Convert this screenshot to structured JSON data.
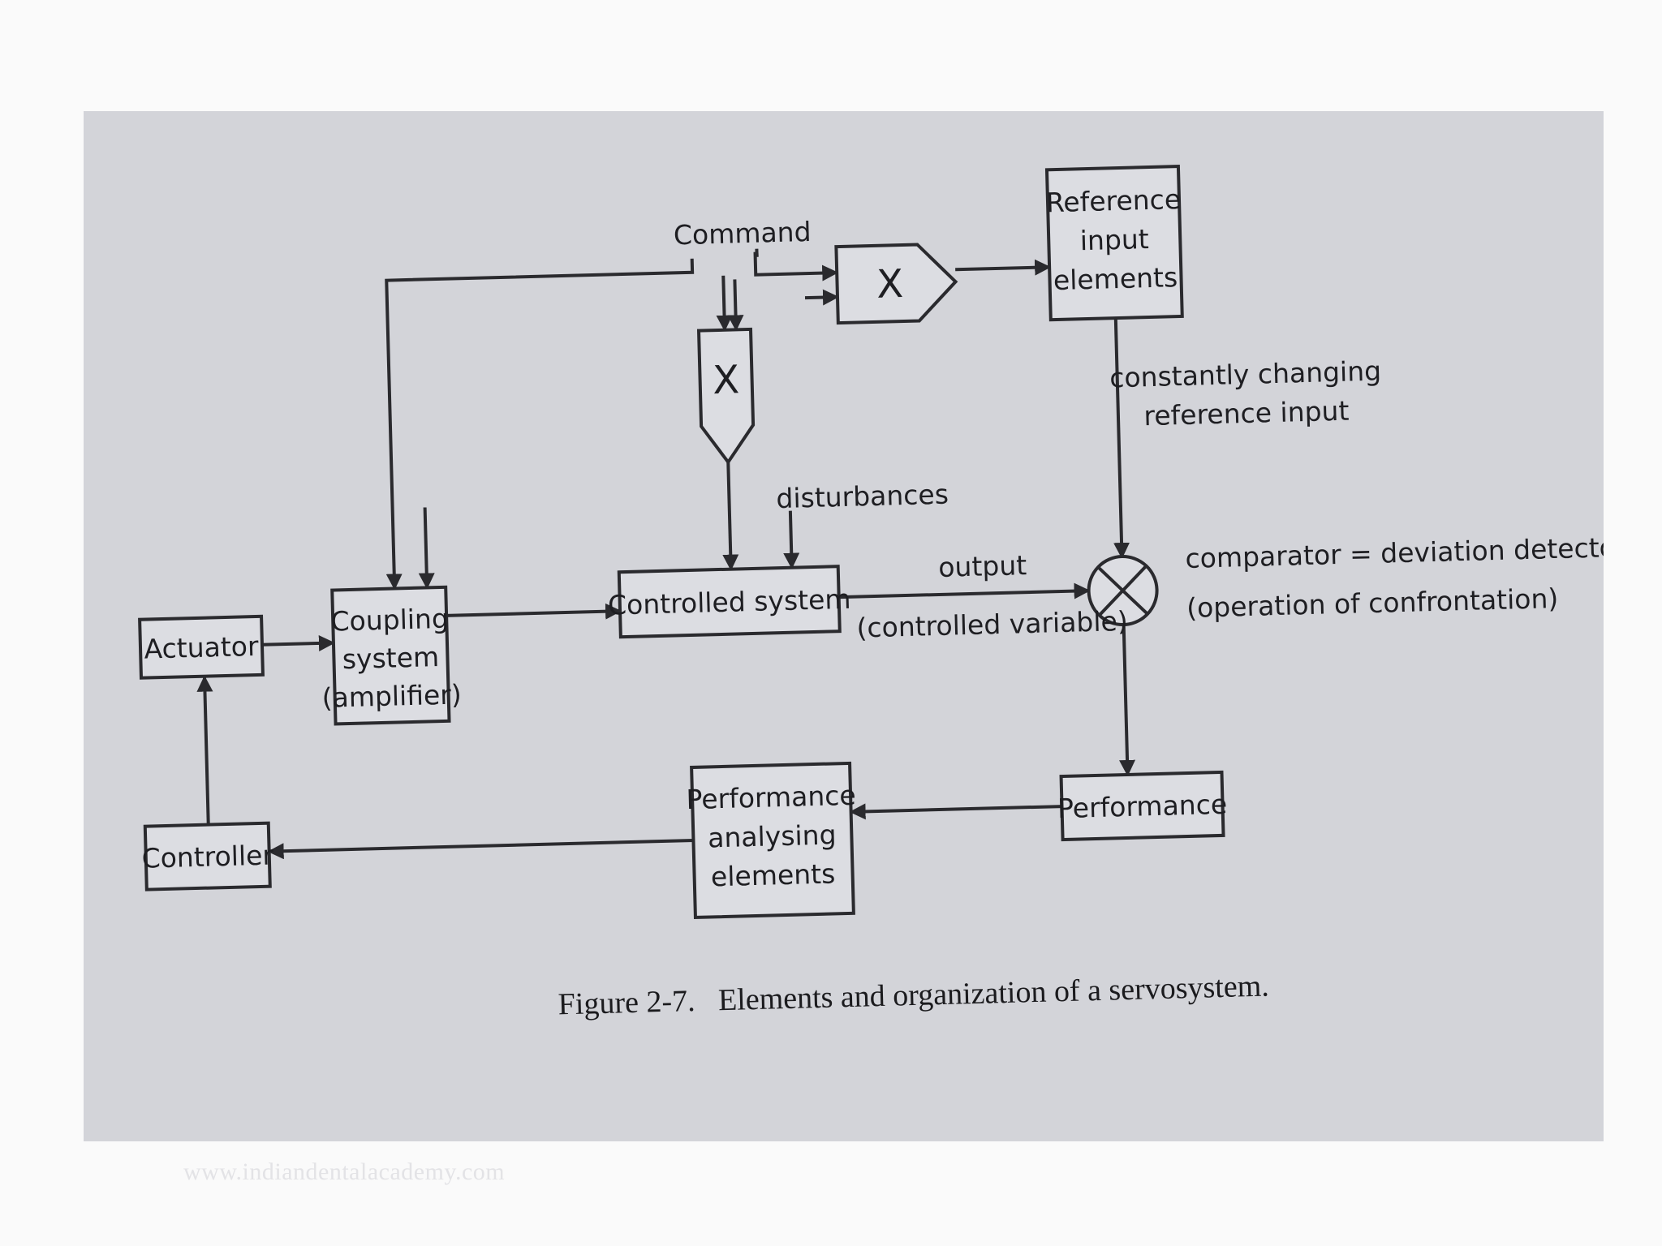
{
  "figure": {
    "boxes": {
      "actuator": "Actuator",
      "coupling": [
        "Coupling",
        "system",
        "(amplifier)"
      ],
      "controlled_system": "Controlled system",
      "reference": [
        "Reference",
        "input",
        "elements"
      ],
      "performance": "Performance",
      "performance_analysing": [
        "Performance",
        "analysing",
        "elements"
      ],
      "controller": "Controller"
    },
    "multiplier_symbol": "X",
    "labels": {
      "command": "Command",
      "disturbances": "disturbances",
      "output": "output",
      "controlled_variable": "(controlled variable)",
      "changing_input": [
        "constantly changing",
        "reference input"
      ],
      "comparator": "comparator = deviation detector",
      "confrontation": "(operation of confrontation)"
    },
    "caption": "Figure 2-7.   Elements and organization of a servosystem."
  },
  "footer": {
    "watermark": "www.indiandentalacademy.com"
  },
  "colors": {
    "slide_background": "#fafafa",
    "page_background": "#d3d4d9",
    "ink": "#2a2a2e"
  }
}
